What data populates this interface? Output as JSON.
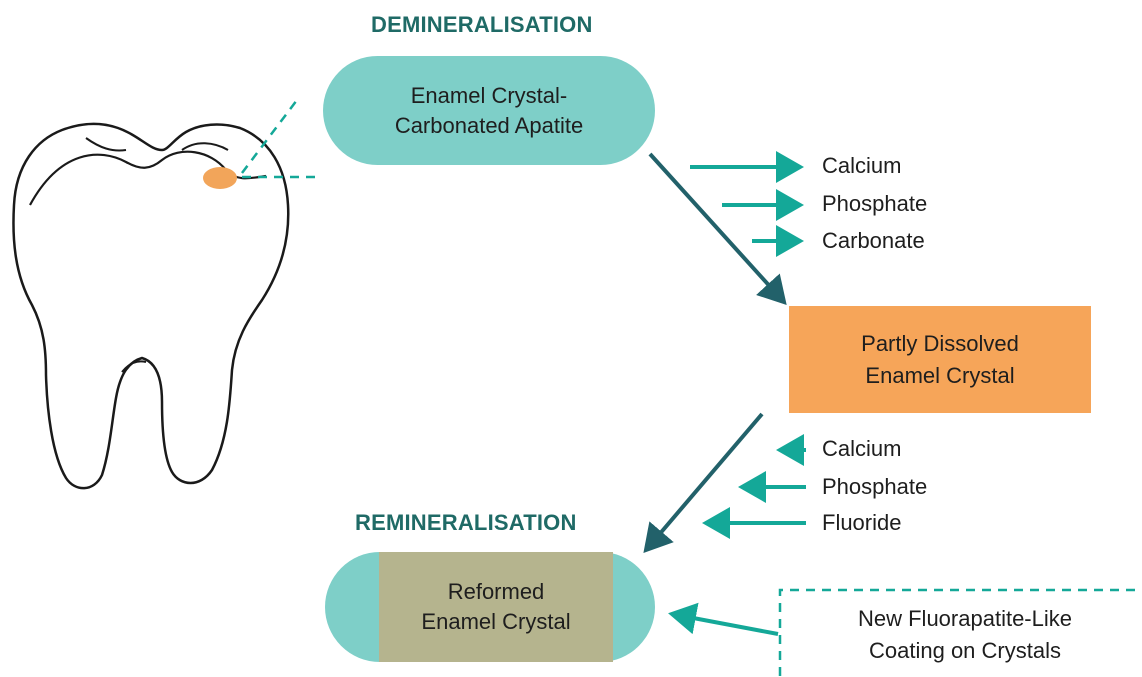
{
  "headings": {
    "demineralisation": "DEMINERALISATION",
    "remineralisation": "REMINERALISATION"
  },
  "nodes": {
    "enamel_crystal": [
      "Enamel Crystal-",
      "Carbonated Apatite"
    ],
    "partly_dissolved": [
      "Partly Dissolved",
      "Enamel Crystal"
    ],
    "reformed": [
      "Reformed",
      "Enamel Crystal"
    ],
    "coating": [
      "New Fluorapatite-Like",
      "Coating on Crystals"
    ]
  },
  "lost_minerals": [
    "Calcium",
    "Phosphate",
    "Carbonate"
  ],
  "gained_minerals": [
    "Calcium",
    "Phosphate",
    "Fluoride"
  ],
  "colors": {
    "teal_fill": "#7ecfc8",
    "orange_fill": "#f6a559",
    "olive_fill": "#b5b48e",
    "dark_teal_arrow": "#22616a",
    "bright_teal_arrow": "#14a898",
    "heading_text": "#1f6a66",
    "lesion_spot": "#f2a55a"
  }
}
